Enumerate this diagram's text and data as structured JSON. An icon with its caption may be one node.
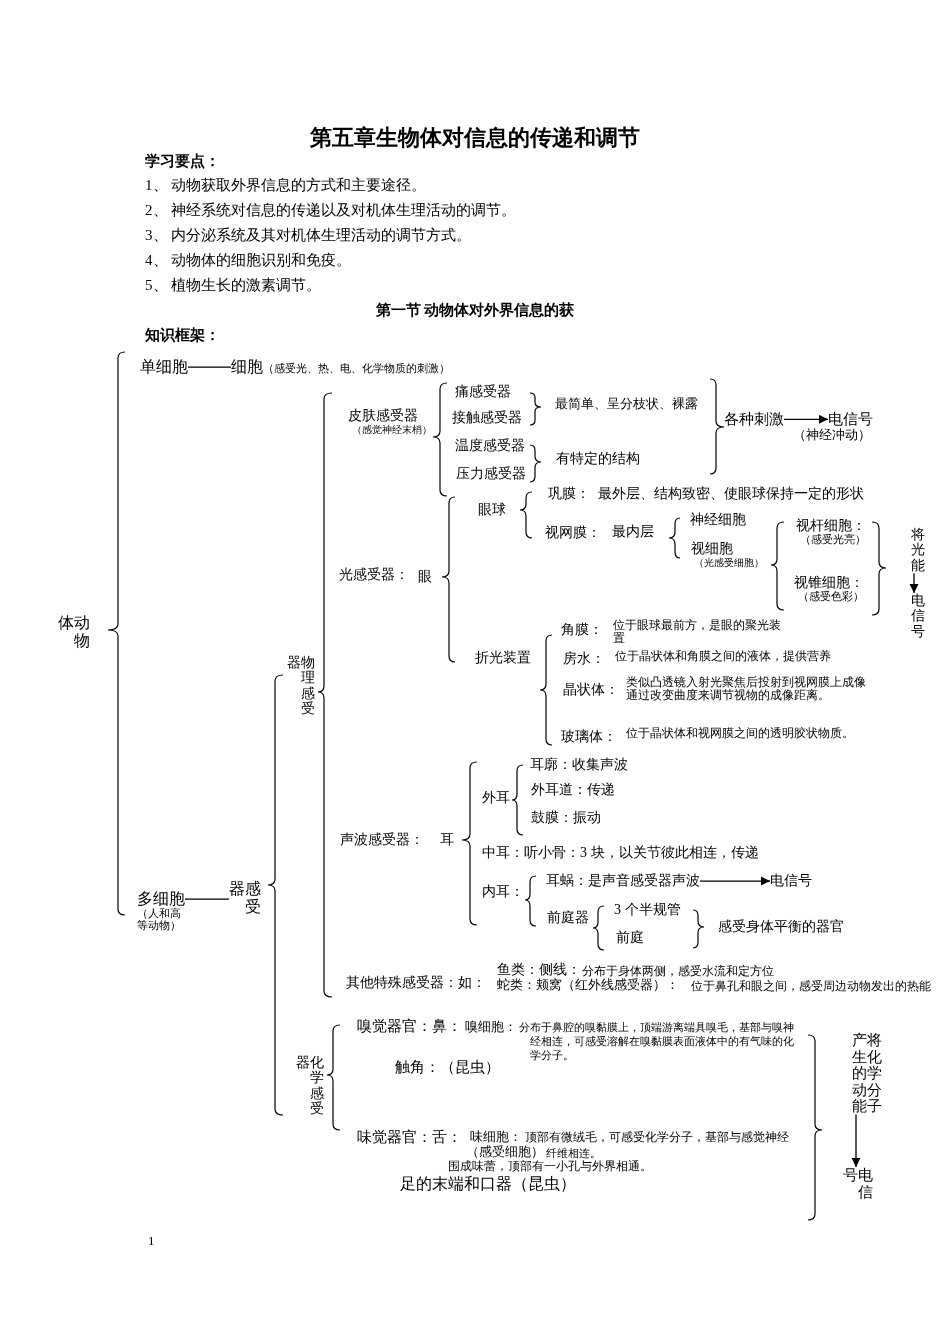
{
  "diagram": {
    "title": "第五章生物体对信息的传递和调节",
    "nodes": [
      {
        "text": [
          "单细胞"
        ]
      },
      {
        "text": [
          "细胞",
          "（感受光、热、电、化学物质的刺激）"
        ]
      },
      {
        "text": [
          "各种刺激"
        ]
      },
      {
        "text": [
          "电信号"
        ],
        "beside": [
          "（神经冲动）"
        ]
      },
      {
        "text": [
          "将光能"
        ]
      },
      {
        "text": [
          "电信号"
        ]
      },
      {
        "text": [
          "耳蜗：是声音感受器声波"
        ]
      },
      {
        "text": [
          "电信号"
        ]
      },
      {
        "text": [
          "多细胞",
          "（人和高等动物）"
        ]
      },
      {
        "text": [
          "感受器"
        ]
      },
      {
        "text": [
          "将化学分子产生的动能"
        ]
      },
      {
        "text": [
          "电信号"
        ]
      }
    ],
    "edges": [
      {
        "from": 0,
        "to": 1,
        "arrow": "none"
      },
      {
        "from": 2,
        "to": 3,
        "arrow": "to"
      },
      {
        "from": 4,
        "to": 5,
        "arrow": "to"
      },
      {
        "from": 6,
        "to": 7,
        "arrow": "to"
      },
      {
        "from": 8,
        "to": 9,
        "arrow": "none"
      },
      {
        "from": 10,
        "to": 11,
        "arrow": "to"
      }
    ],
    "labels": [
      "学习要点：",
      "1、 动物获取外界信息的方式和主要途径。",
      "2、 神经系统对信息的传递以及对机体生理活动的调节。",
      "3、 内分泌系统及其对机体生理活动的调节方式。",
      "4、 动物体的细胞识别和免疫。",
      "5、 植物生长的激素调节。",
      "第一节 动物体对外界信息的获",
      "知识框架：",
      "动物体",
      "物理感受器",
      "皮肤感受器",
      "（感觉神经末梢）",
      "痛感受器",
      "接触感受器",
      "温度感受器",
      "压力感受器",
      "最简单、呈分枝状、裸露",
      "有特定的结构",
      "光感受器：",
      "眼",
      "眼球",
      "巩膜：",
      "最外层、结构致密、使眼球保持一定的形状",
      "视网膜：",
      "最内层",
      "神经细胞",
      "视细胞",
      "（光感受细胞）",
      "视杆细胞：",
      "（感受光亮）",
      "视锥细胞：",
      "（感受色彩）",
      "折光装置",
      "角膜：",
      "位于眼球最前方，是眼的聚光装置",
      "房水：",
      "位于晶状体和角膜之间的液体，提供营养",
      "晶状体：",
      "类似凸透镜入射光聚焦后投射到视网膜上成像通过改变曲度来调节视物的成像距离。",
      "玻璃体：",
      "位于晶状体和视网膜之间的透明胶状物质。",
      "声波感受器：",
      "耳",
      "外耳",
      "耳廓：收集声波",
      "外耳道：传递",
      "鼓膜：振动",
      "中耳：听小骨：3 块，以关节彼此相连，传递",
      "内耳：",
      "前庭器",
      "3 个半规管",
      "前庭",
      "感受身体平衡的器官",
      "其他特殊感受器：如：",
      "鱼类：侧线：",
      "分布于身体两侧，感受水流和定方位",
      "蛇类：颊窝（红外线感受器）：",
      "位于鼻孔和眼之间，感受周边动物发出的热能",
      "化学感受器",
      "嗅觉器官：鼻：",
      "嗅细胞：",
      "分布于鼻腔的嗅黏膜上，顶端游离端具嗅毛，基部与嗅神经相连，可感受溶解在嗅黏膜表面液体中的有气味的化学分子。",
      "触角：（昆虫）",
      "味觉器官：舌：",
      "味细胞：",
      "顶部有微绒毛，可感受化学分子，基部与感觉神经",
      "（感受细胞）",
      "纤维相连。",
      "围成味蕾，顶部有一小孔与外界相通。",
      "足的末端和口器（昆虫）",
      "1"
    ]
  }
}
